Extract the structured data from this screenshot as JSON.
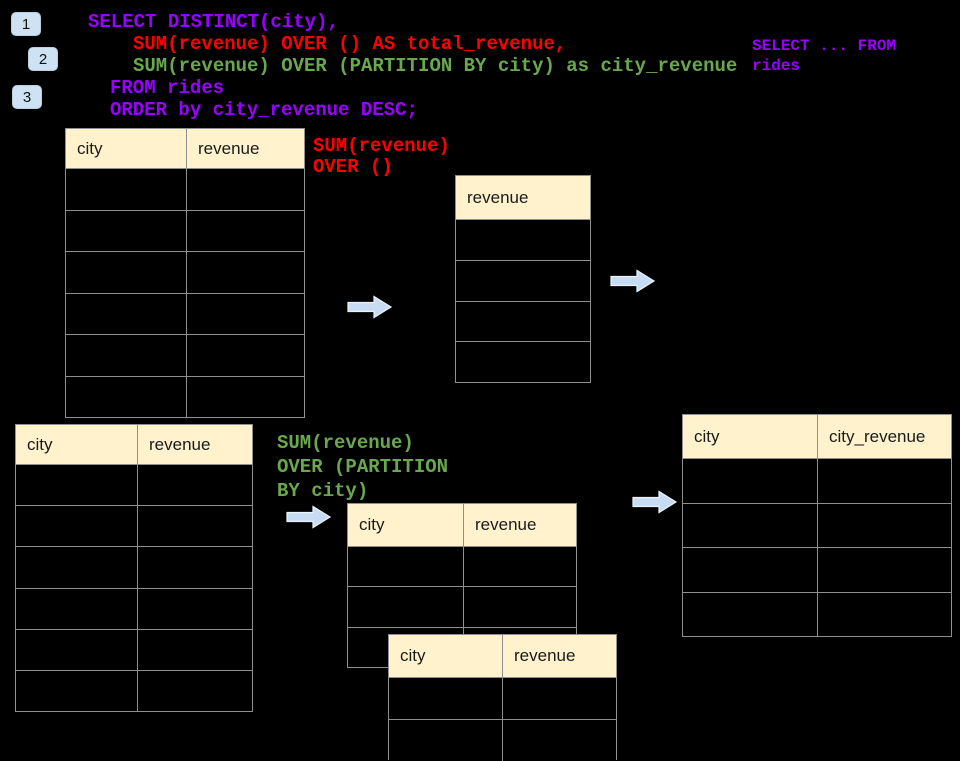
{
  "colors": {
    "background": "#000000",
    "purple": "#9900FF",
    "red": "#FF0000",
    "green": "#6AA84F",
    "table_header_bg": "#FFF2CC",
    "table_border": "#8F8F8F",
    "badge_bg": "#CFE2F3",
    "arrow_fill": "#C7DCF2",
    "header_text": "#1B1B1B"
  },
  "badges": [
    {
      "label": "1"
    },
    {
      "label": "2"
    },
    {
      "label": "3"
    }
  ],
  "code": {
    "line1": "SELECT DISTINCT(city),",
    "line2": "SUM(revenue) OVER () AS total_revenue,",
    "line3": "SUM(revenue) OVER (PARTITION BY city) as city_revenue",
    "line4": "FROM rides",
    "line5": "ORDER by city_revenue DESC;"
  },
  "annotations": {
    "source_note": "SELECT ... FROM\nrides",
    "total_note": "SUM(revenue)\nOVER ()",
    "partition_note": "SUM(revenue)\nOVER (PARTITION\nBY city)"
  },
  "tables": {
    "t1": {
      "headers": [
        "city",
        "revenue"
      ],
      "empty_rows": 6
    },
    "t2": {
      "headers": [
        "revenue"
      ],
      "empty_rows": 4
    },
    "t3": {
      "headers": [
        "city",
        "revenue"
      ],
      "empty_rows": 6
    },
    "t4": {
      "headers": [
        "city",
        "revenue"
      ],
      "empty_rows": 3
    },
    "t5": {
      "headers": [
        "city",
        "revenue"
      ],
      "empty_rows": 2
    },
    "t6": {
      "headers": [
        "city",
        "city_revenue"
      ],
      "empty_rows": 4
    }
  }
}
